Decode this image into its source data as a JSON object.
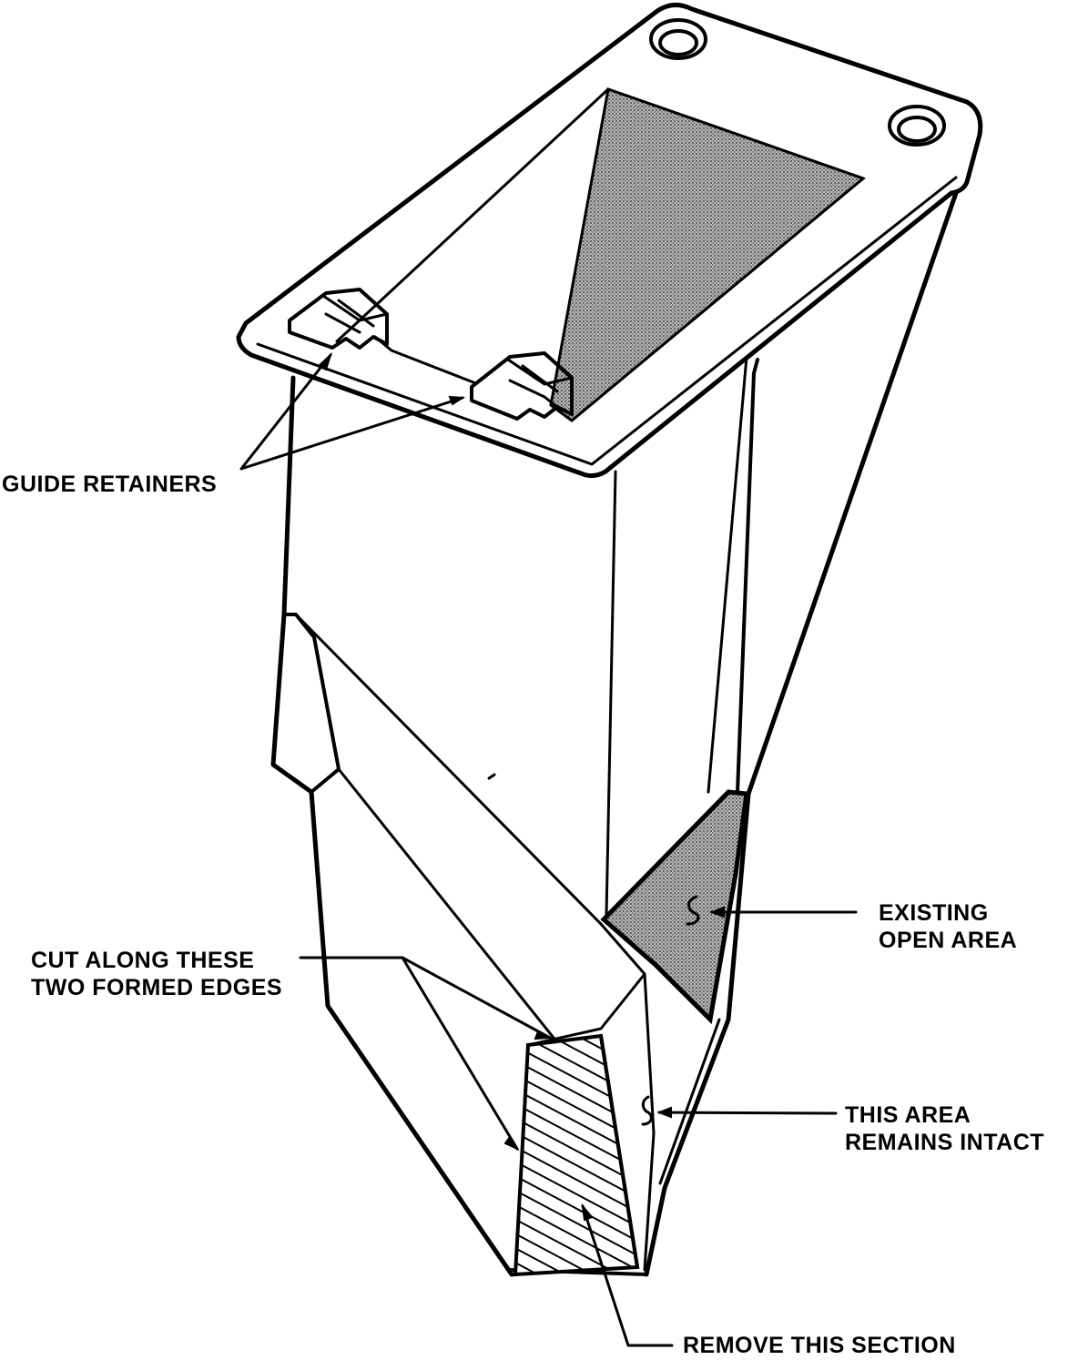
{
  "diagram": {
    "labels": {
      "guide_retainers": "GUIDE RETAINERS",
      "existing_open_area": [
        "EXISTING",
        "OPEN AREA"
      ],
      "cut_along": [
        "CUT ALONG THESE",
        "TWO FORMED EDGES"
      ],
      "remains_intact": [
        "THIS AREA",
        "REMAINS INTACT"
      ],
      "remove_section": "REMOVE THIS SECTION"
    },
    "colors": {
      "ink": "#000000",
      "paper": "#ffffff",
      "stipple": "#9a9a9a"
    }
  }
}
